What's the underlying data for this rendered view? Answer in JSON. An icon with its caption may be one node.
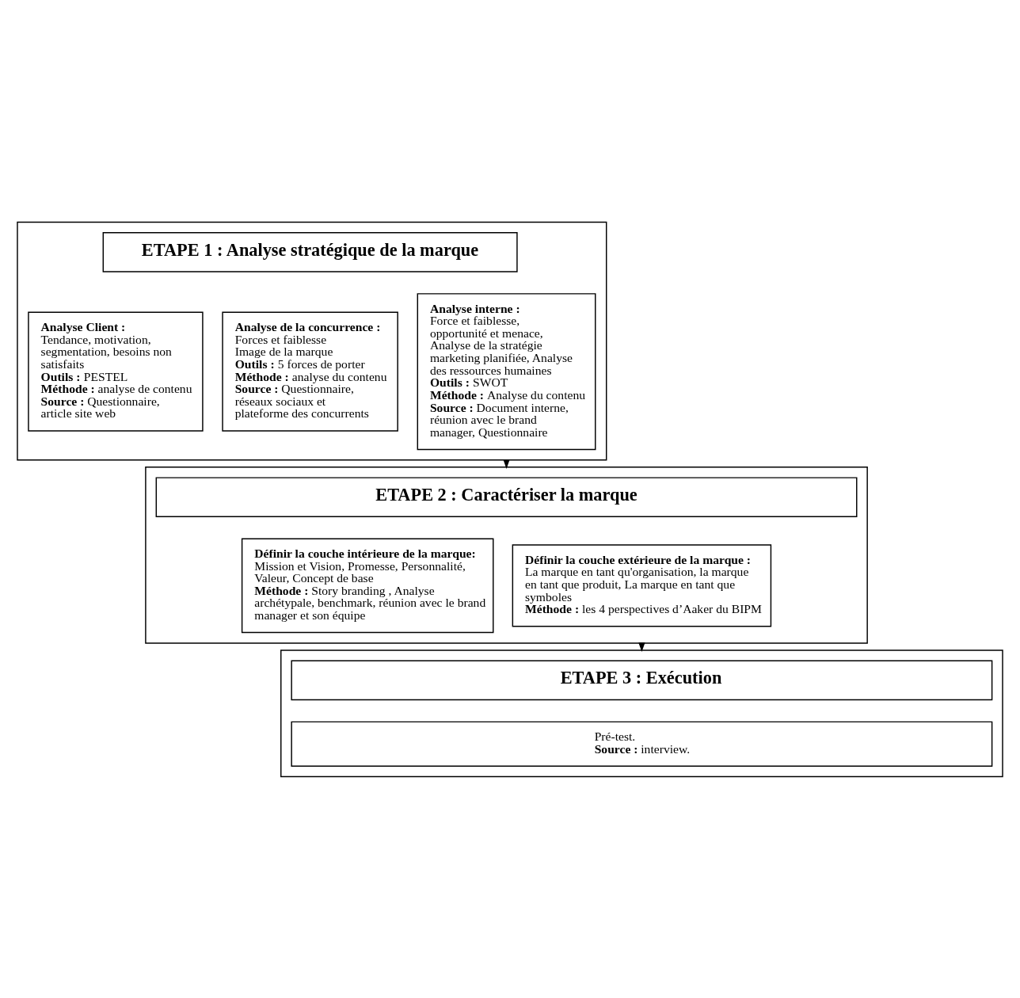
{
  "diagram": {
    "nodes": [
      {
        "text": [],
        "shape": "box"
      },
      {
        "text": [
          "ETAPE 1 : Analyse stratégique de la marque"
        ],
        "in": 0
      },
      {
        "text": [
          "Analyse Client :",
          "Tendance, motivation, segmentation, besoins non satisfaits",
          "**Outils :** PESTEL",
          "**Méthode :** analyse de contenu",
          "**Source :** Questionnaire, article site web"
        ],
        "in": 0
      },
      {
        "text": [
          "Analyse de la concurrence :",
          "Forces et faiblesse",
          "Image de la marque",
          "**Outils :** 5 forces de porter",
          "**Méthode :** analyse du contenu",
          "**Source :** Questionnaire, réseaux sociaux et plateforme des concurrents"
        ],
        "in": 0
      },
      {
        "text": [
          "Analyse interne :",
          "Force et faiblesse, opportunité et menace, Analyse de la stratégie marketing planifiée, Analyse des ressources humaines",
          "**Outils :** SWOT",
          "**Méthode :** Analyse du contenu",
          "**Source :** Document interne, réunion avec le brand manager, Questionnaire"
        ],
        "in": 0
      },
      {
        "text": [],
        "shape": "box"
      },
      {
        "text": [
          "ETAPE 2 : Caractériser la marque"
        ],
        "in": 5
      },
      {
        "text": [
          "Définir la couche intérieure de la marque:",
          "Mission et Vision, Promesse, Personnalité, Valeur, Concept de base",
          "**Méthode :** Story branding , Analyse archétypale, benchmark, réunion avec le brand manager et son équipe"
        ],
        "in": 5
      },
      {
        "text": [
          "Définir la couche extérieure de la marque :",
          "La marque en tant qu'organisation, la marque en tant que produit, La marque en tant que symboles",
          "**Méthode :** les 4 perspectives d’Aaker du BIPM"
        ],
        "in": 5
      },
      {
        "text": [],
        "shape": "box"
      },
      {
        "text": [
          "ETAPE 3 : Exécution"
        ],
        "in": 9
      },
      {
        "text": [
          "Pré-test.",
          "**Source :** interview."
        ],
        "in": 9
      }
    ],
    "edges": [
      {
        "from": 0,
        "to": 5,
        "arrow": "to"
      },
      {
        "from": 5,
        "to": 9,
        "arrow": "to"
      }
    ]
  }
}
